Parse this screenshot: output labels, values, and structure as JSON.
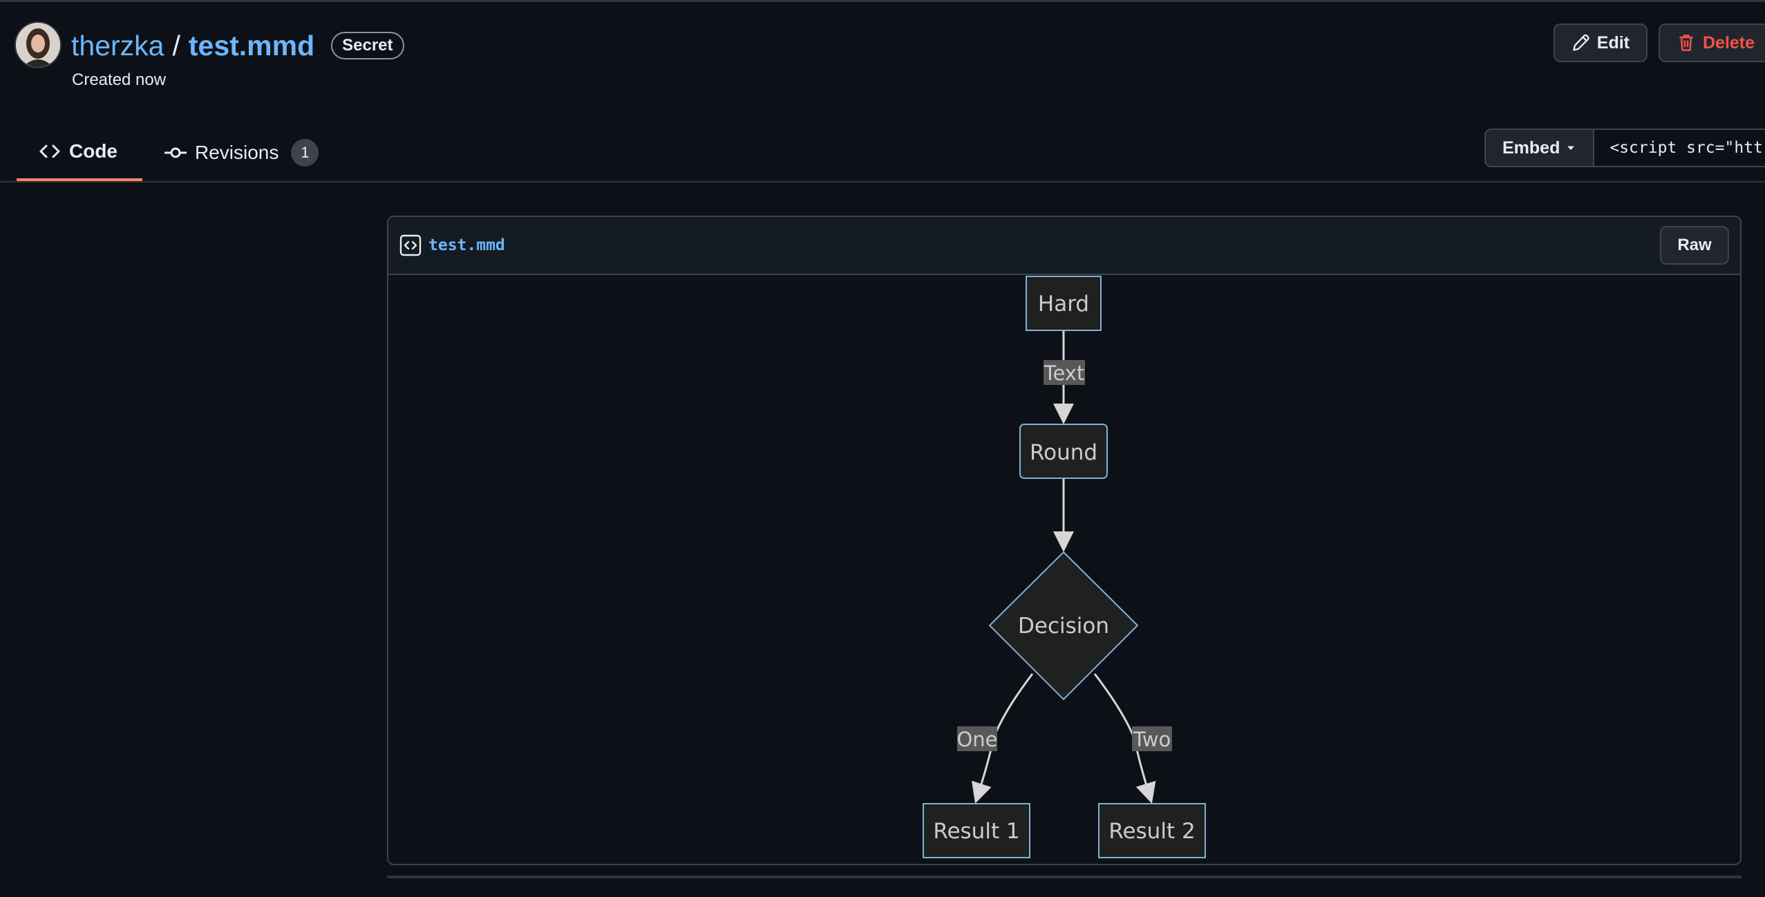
{
  "header": {
    "owner": "therzka",
    "separator": "/",
    "gist_name": "test.mmd",
    "visibility_badge": "Secret",
    "created": "Created now",
    "edit_label": "Edit",
    "delete_label": "Delete"
  },
  "tabs": [
    {
      "label": "Code",
      "icon": "code-icon"
    },
    {
      "label": "Revisions",
      "icon": "git-commit-icon",
      "count": "1"
    }
  ],
  "embed": {
    "label": "Embed",
    "value": "<script src=\"htt"
  },
  "file": {
    "name": "test.mmd",
    "raw_label": "Raw"
  },
  "diagram": {
    "nodes": [
      {
        "id": "hard",
        "label": "Hard",
        "shape": "rect"
      },
      {
        "id": "round",
        "label": "Round",
        "shape": "round-rect"
      },
      {
        "id": "decision",
        "label": "Decision",
        "shape": "diamond"
      },
      {
        "id": "result1",
        "label": "Result 1",
        "shape": "rect"
      },
      {
        "id": "result2",
        "label": "Result 2",
        "shape": "rect"
      }
    ],
    "edges": [
      {
        "from": "hard",
        "to": "round",
        "label": "Text"
      },
      {
        "from": "round",
        "to": "decision",
        "label": ""
      },
      {
        "from": "decision",
        "to": "result1",
        "label": "One"
      },
      {
        "from": "decision",
        "to": "result2",
        "label": "Two"
      }
    ]
  },
  "colors": {
    "background": "#0d1117",
    "link": "#6cb6ff",
    "danger": "#f85149",
    "tab_underline": "#f78166",
    "node_fill": "#1f2020",
    "node_stroke": "#81b1db",
    "edge": "#d6d6d6",
    "edge_label_bg": "#585858"
  }
}
